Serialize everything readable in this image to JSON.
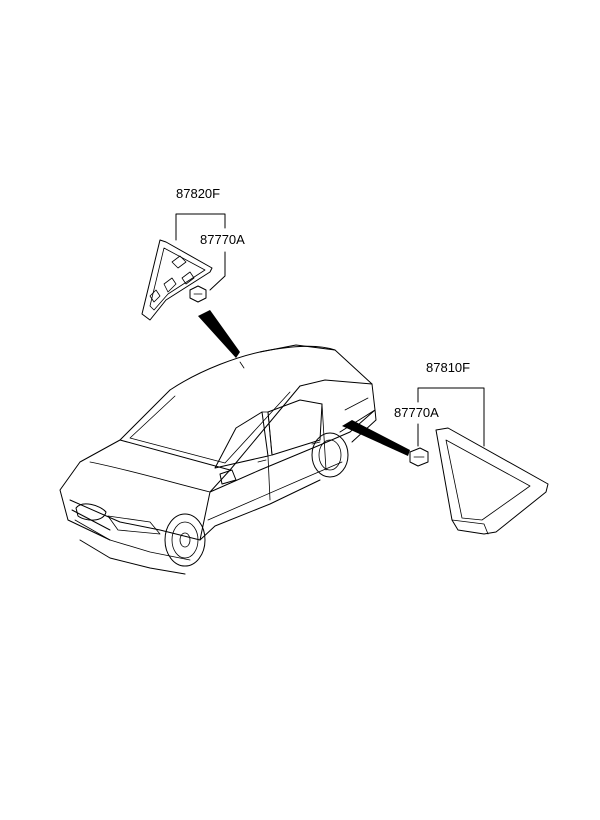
{
  "labels": {
    "part_87820F": "87820F",
    "clip_upper": "87770A",
    "part_87810F": "87810F",
    "clip_lower": "87770A"
  },
  "colors": {
    "line": "#000000",
    "background": "#ffffff"
  }
}
